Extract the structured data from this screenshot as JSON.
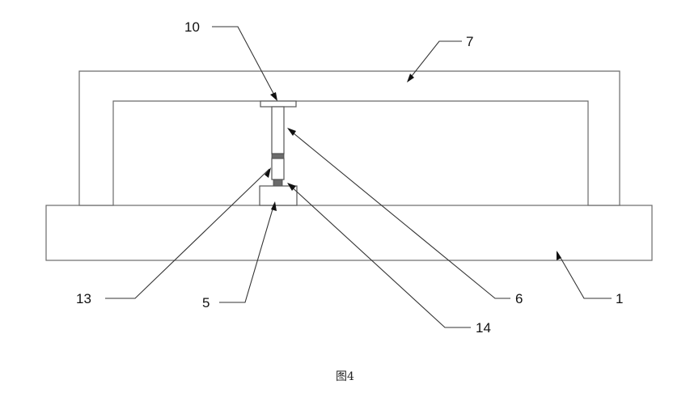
{
  "figure": {
    "caption": "图4"
  },
  "labels": {
    "l10": "10",
    "l7": "7",
    "l13": "13",
    "l5": "5",
    "l6": "6",
    "l14": "14",
    "l1": "1"
  },
  "colors": {
    "outline": "#6a6a6a",
    "leader": "#333333",
    "text": "#111111"
  }
}
